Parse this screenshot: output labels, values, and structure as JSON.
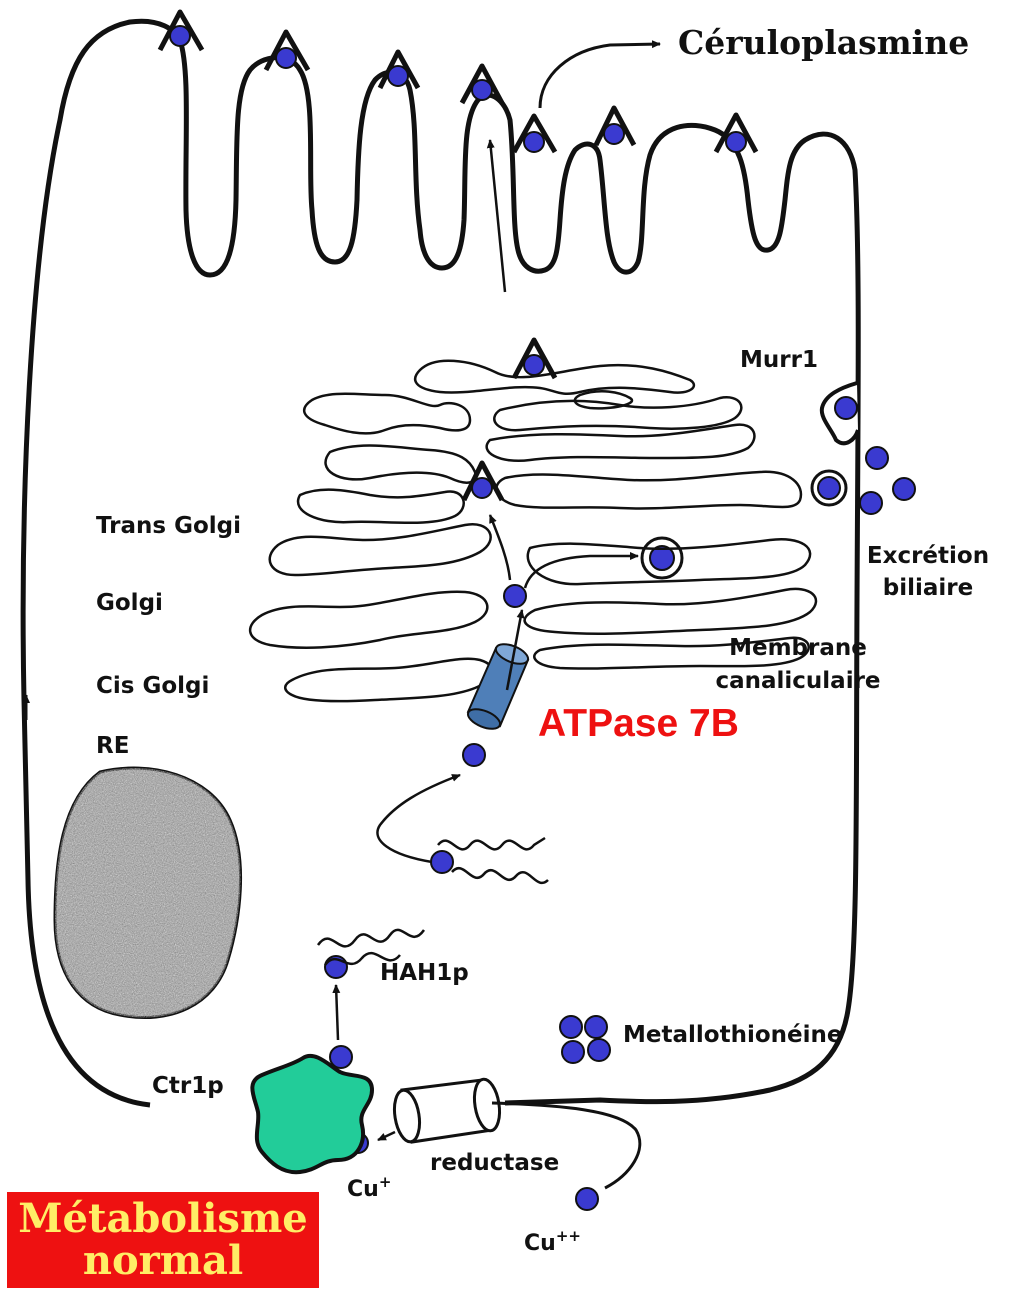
{
  "title": "Céruloplasmine",
  "labels": {
    "murr1": "Murr1",
    "trans_golgi": "Trans Golgi",
    "golgi": "Golgi",
    "cis_golgi": "Cis Golgi",
    "re": "RE",
    "excretion_line1": "Excrétion",
    "excretion_line2": "biliaire",
    "membrane_line1": "Membrane",
    "membrane_line2": "canaliculaire",
    "atpase": "ATPase 7B",
    "hah1p": "HAH1p",
    "metallothioneine": "Metallothionéine",
    "ctr1p": "Ctr1p",
    "reductase": "reductase",
    "cu_plus": "Cu",
    "cu_plus_sup": "+",
    "cu_plusplus": "Cu",
    "cu_plusplus_sup": "++"
  },
  "banner": {
    "line1": "Métabolisme",
    "line2": "normal"
  },
  "colors": {
    "copper_ion": "#3a3ad0",
    "atpase_text": "#ee1111",
    "atpase_channel": "#4f7fb8",
    "ctr1p": "#22cc99",
    "banner_bg": "#ee1111",
    "banner_text": "#ffee66",
    "nucleus": "#9a9a9a"
  }
}
